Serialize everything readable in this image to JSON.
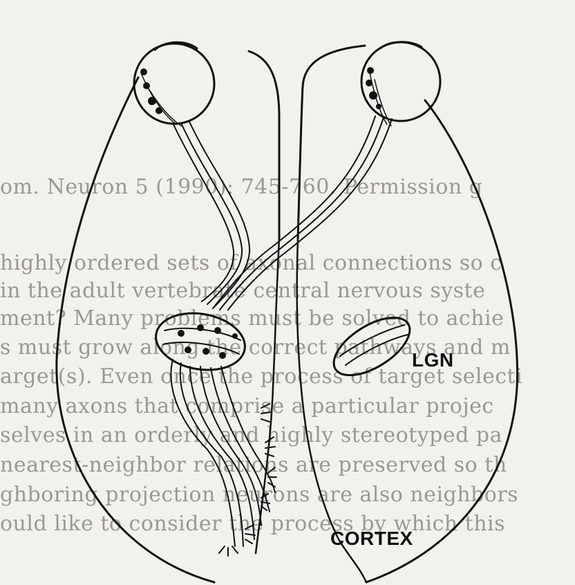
{
  "labels": {
    "lgn": "LGN",
    "cortex": "CORTEX"
  },
  "bleed_text": [
    "om. Neuron 5 (1990): 745-760. Permission g",
    "highly ordered sets of axonal connections so c",
    "in the adult vertebrate central nervous syste",
    "ment? Many problems must be solved to achie",
    "s must grow along the correct pathways and m",
    "arget(s). Even once the process of target selecti",
    "many axons that comprise a particular projec",
    "selves in an orderly and highly stereotyped pa",
    "nearest-neighbor relations are preserved so th",
    "ghboring projection neurons are also neighbors",
    "ould like to consider the process by which this"
  ],
  "colors": {
    "ink": "#111111",
    "paper": "#f3f1ec",
    "bleed": "#9a9894"
  }
}
